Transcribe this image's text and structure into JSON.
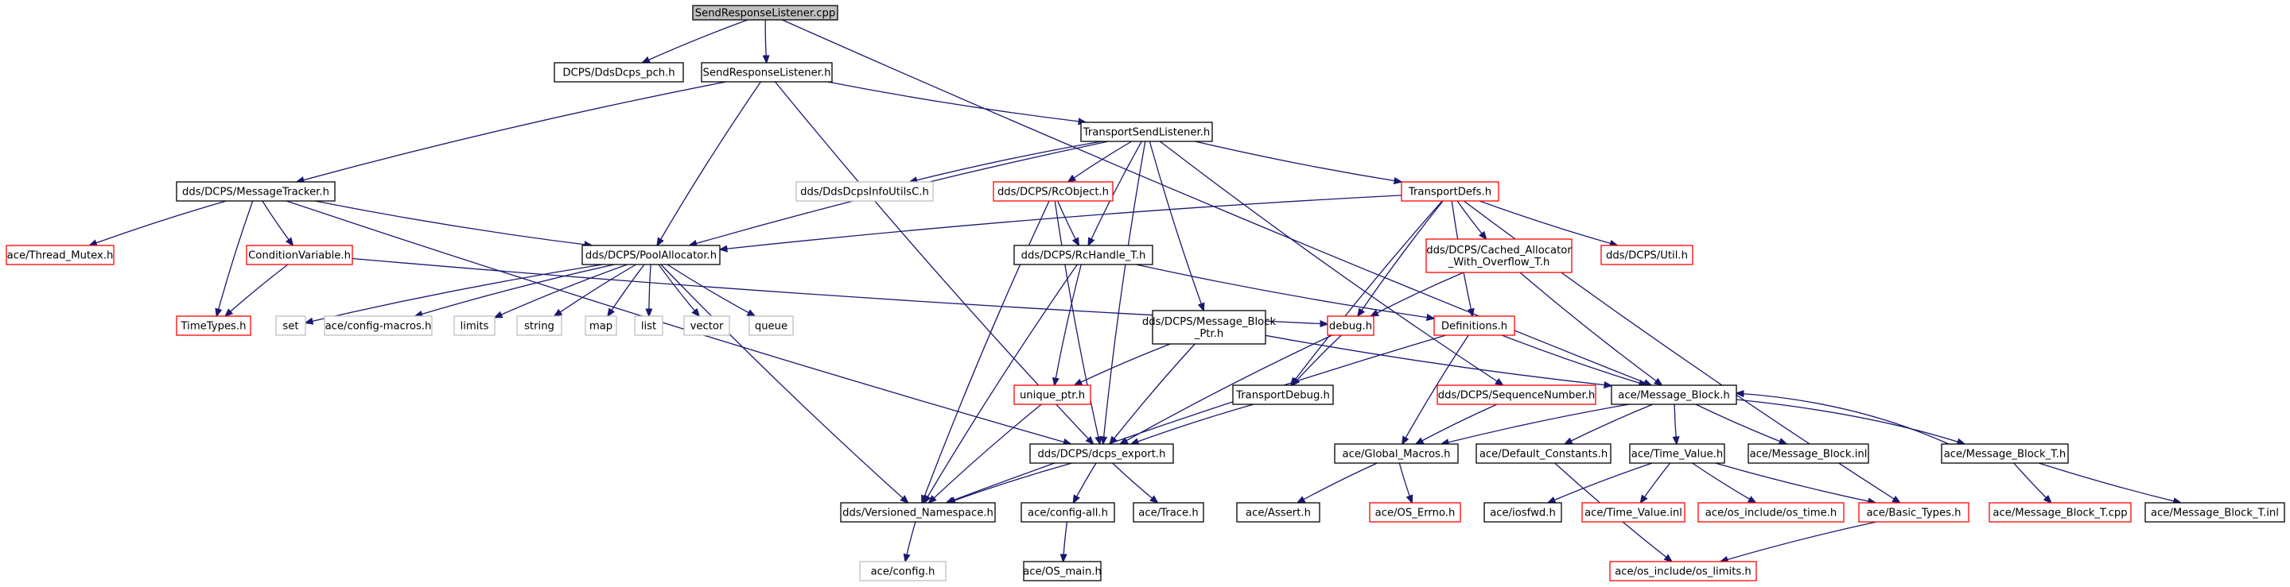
{
  "graph": {
    "nodes": [
      {
        "id": "root",
        "label": "SendResponseListener.cpp",
        "style": "root"
      },
      {
        "id": "pch",
        "label": "DCPS/DdsDcps_pch.h",
        "style": "normal"
      },
      {
        "id": "srl_h",
        "label": "SendResponseListener.h",
        "style": "normal"
      },
      {
        "id": "tsl",
        "label": "TransportSendListener.h",
        "style": "normal"
      },
      {
        "id": "mtrack",
        "label": "dds/DCPS/MessageTracker.h",
        "style": "normal"
      },
      {
        "id": "infoutils",
        "label": "dds/DdsDcpsInfoUtilsC.h",
        "style": "missing"
      },
      {
        "id": "rcobj",
        "label": "dds/DCPS/RcObject.h",
        "style": "truncated"
      },
      {
        "id": "tdefs",
        "label": "TransportDefs.h",
        "style": "truncated"
      },
      {
        "id": "thmutex",
        "label": "ace/Thread_Mutex.h",
        "style": "truncated"
      },
      {
        "id": "condvar",
        "label": "ConditionVariable.h",
        "style": "truncated"
      },
      {
        "id": "pool",
        "label": "dds/DCPS/PoolAllocator.h",
        "style": "normal"
      },
      {
        "id": "rchandle",
        "label": "dds/DCPS/RcHandle_T.h",
        "style": "normal"
      },
      {
        "id": "cached_a",
        "label": "dds/DCPS/Cached_Allocator",
        "style": "truncated"
      },
      {
        "id": "cached_b",
        "label": "_With_Overflow_T.h",
        "style": "text"
      },
      {
        "id": "util",
        "label": "dds/DCPS/Util.h",
        "style": "truncated"
      },
      {
        "id": "timetypes",
        "label": "TimeTypes.h",
        "style": "truncated"
      },
      {
        "id": "set",
        "label": "set",
        "style": "missing"
      },
      {
        "id": "cfgmacros",
        "label": "ace/config-macros.h",
        "style": "missing"
      },
      {
        "id": "limits",
        "label": "limits",
        "style": "missing"
      },
      {
        "id": "string",
        "label": "string",
        "style": "missing"
      },
      {
        "id": "map",
        "label": "map",
        "style": "missing"
      },
      {
        "id": "list",
        "label": "list",
        "style": "missing"
      },
      {
        "id": "vector",
        "label": "vector",
        "style": "missing"
      },
      {
        "id": "queue",
        "label": "queue",
        "style": "missing"
      },
      {
        "id": "mbptr_a",
        "label": "dds/DCPS/Message_Block",
        "style": "normal"
      },
      {
        "id": "mbptr_b",
        "label": "_Ptr.h",
        "style": "text"
      },
      {
        "id": "debug",
        "label": "debug.h",
        "style": "truncated"
      },
      {
        "id": "defs",
        "label": "Definitions.h",
        "style": "truncated"
      },
      {
        "id": "uptr",
        "label": "unique_ptr.h",
        "style": "truncated"
      },
      {
        "id": "tdebug",
        "label": "TransportDebug.h",
        "style": "normal"
      },
      {
        "id": "seqnum",
        "label": "dds/DCPS/SequenceNumber.h",
        "style": "truncated"
      },
      {
        "id": "mblock",
        "label": "ace/Message_Block.h",
        "style": "normal"
      },
      {
        "id": "dcpsexp",
        "label": "dds/DCPS/dcps_export.h",
        "style": "normal"
      },
      {
        "id": "gmacros",
        "label": "ace/Global_Macros.h",
        "style": "normal"
      },
      {
        "id": "defconst",
        "label": "ace/Default_Constants.h",
        "style": "normal"
      },
      {
        "id": "timeval",
        "label": "ace/Time_Value.h",
        "style": "normal"
      },
      {
        "id": "mbinl",
        "label": "ace/Message_Block.inl",
        "style": "normal"
      },
      {
        "id": "mbt",
        "label": "ace/Message_Block_T.h",
        "style": "normal"
      },
      {
        "id": "vns",
        "label": "dds/Versioned_Namespace.h",
        "style": "normal"
      },
      {
        "id": "cfgall",
        "label": "ace/config-all.h",
        "style": "normal"
      },
      {
        "id": "trace",
        "label": "ace/Trace.h",
        "style": "normal"
      },
      {
        "id": "asrt",
        "label": "ace/Assert.h",
        "style": "normal"
      },
      {
        "id": "oserrno",
        "label": "ace/OS_Errno.h",
        "style": "truncated"
      },
      {
        "id": "iosfwd",
        "label": "ace/iosfwd.h",
        "style": "normal"
      },
      {
        "id": "tvinl",
        "label": "ace/Time_Value.inl",
        "style": "truncated"
      },
      {
        "id": "ostime",
        "label": "ace/os_include/os_time.h",
        "style": "truncated"
      },
      {
        "id": "btypes",
        "label": "ace/Basic_Types.h",
        "style": "truncated"
      },
      {
        "id": "mbtcpp",
        "label": "ace/Message_Block_T.cpp",
        "style": "truncated"
      },
      {
        "id": "mbtinl",
        "label": "ace/Message_Block_T.inl",
        "style": "normal"
      },
      {
        "id": "config",
        "label": "ace/config.h",
        "style": "missing"
      },
      {
        "id": "osmain",
        "label": "ace/OS_main.h",
        "style": "normal"
      },
      {
        "id": "oslimits",
        "label": "ace/os_include/os_limits.h",
        "style": "truncated"
      }
    ],
    "edges": [
      [
        "root",
        "pch"
      ],
      [
        "root",
        "srl_h"
      ],
      [
        "root",
        "mblock"
      ],
      [
        "srl_h",
        "tsl"
      ],
      [
        "srl_h",
        "mtrack"
      ],
      [
        "srl_h",
        "pool"
      ],
      [
        "srl_h",
        "dcpsexp"
      ],
      [
        "tsl",
        "infoutils"
      ],
      [
        "tsl",
        "rcobj"
      ],
      [
        "tsl",
        "tdefs"
      ],
      [
        "tsl",
        "pool"
      ],
      [
        "tsl",
        "rchandle"
      ],
      [
        "tsl",
        "mbptr"
      ],
      [
        "tsl",
        "seqnum"
      ],
      [
        "tsl",
        "dcpsexp"
      ],
      [
        "mtrack",
        "thmutex"
      ],
      [
        "mtrack",
        "condvar"
      ],
      [
        "mtrack",
        "timetypes"
      ],
      [
        "mtrack",
        "pool"
      ],
      [
        "mtrack",
        "dcpsexp"
      ],
      [
        "condvar",
        "timetypes"
      ],
      [
        "condvar",
        "debug"
      ],
      [
        "rcobj",
        "rchandle"
      ],
      [
        "rcobj",
        "dcpsexp"
      ],
      [
        "rcobj",
        "vns"
      ],
      [
        "tdefs",
        "pool"
      ],
      [
        "tdefs",
        "cached"
      ],
      [
        "tdefs",
        "util"
      ],
      [
        "tdefs",
        "debug"
      ],
      [
        "tdefs",
        "defs"
      ],
      [
        "tdefs",
        "tdebug"
      ],
      [
        "tdefs",
        "btypes"
      ],
      [
        "pool",
        "set"
      ],
      [
        "pool",
        "cfgmacros"
      ],
      [
        "pool",
        "limits"
      ],
      [
        "pool",
        "string"
      ],
      [
        "pool",
        "map"
      ],
      [
        "pool",
        "list"
      ],
      [
        "pool",
        "vector"
      ],
      [
        "pool",
        "queue"
      ],
      [
        "pool",
        "vns"
      ],
      [
        "rchandle",
        "uptr"
      ],
      [
        "rchandle",
        "defs"
      ],
      [
        "rchandle",
        "vns"
      ],
      [
        "cached",
        "debug"
      ],
      [
        "cached",
        "mblock"
      ],
      [
        "mbptr",
        "uptr"
      ],
      [
        "mbptr",
        "dcpsexp"
      ],
      [
        "mbptr",
        "mblock"
      ],
      [
        "debug",
        "tdebug"
      ],
      [
        "debug",
        "dcpsexp"
      ],
      [
        "defs",
        "mblock"
      ],
      [
        "defs",
        "gmacros"
      ],
      [
        "defs",
        "vns"
      ],
      [
        "uptr",
        "vns"
      ],
      [
        "tdebug",
        "dcpsexp"
      ],
      [
        "seqnum",
        "gmacros"
      ],
      [
        "mblock",
        "gmacros"
      ],
      [
        "mblock",
        "defconst"
      ],
      [
        "mblock",
        "timeval"
      ],
      [
        "mblock",
        "mbinl"
      ],
      [
        "mblock",
        "mbt"
      ],
      [
        "mbt",
        "mblock"
      ],
      [
        "mbt",
        "mbtcpp"
      ],
      [
        "mbt",
        "mbtinl"
      ],
      [
        "dcpsexp",
        "vns"
      ],
      [
        "dcpsexp",
        "cfgall"
      ],
      [
        "dcpsexp",
        "trace"
      ],
      [
        "gmacros",
        "asrt"
      ],
      [
        "gmacros",
        "oserrno"
      ],
      [
        "defconst",
        "oslimits"
      ],
      [
        "timeval",
        "iosfwd"
      ],
      [
        "timeval",
        "tvinl"
      ],
      [
        "timeval",
        "ostime"
      ],
      [
        "timeval",
        "btypes"
      ],
      [
        "btypes",
        "oslimits"
      ],
      [
        "vns",
        "config"
      ],
      [
        "cfgall",
        "osmain"
      ]
    ]
  },
  "colors": {
    "edge": "#191970",
    "normal_border": "#000000",
    "truncated_border": "#ff0000",
    "missing_border": "#bfbfbf",
    "root_fill": "#bfbfbf",
    "text": "#000000"
  }
}
